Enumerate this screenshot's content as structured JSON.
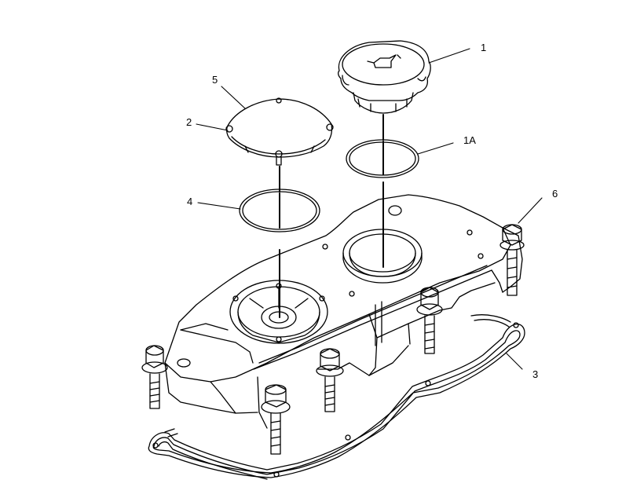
{
  "callouts": {
    "item_1": "1",
    "item_1a": "1A",
    "item_2": "2",
    "item_3": "3",
    "item_4": "4",
    "item_5": "5",
    "item_6": "6"
  },
  "colors": {
    "line": "#000000",
    "background": "#ffffff"
  }
}
